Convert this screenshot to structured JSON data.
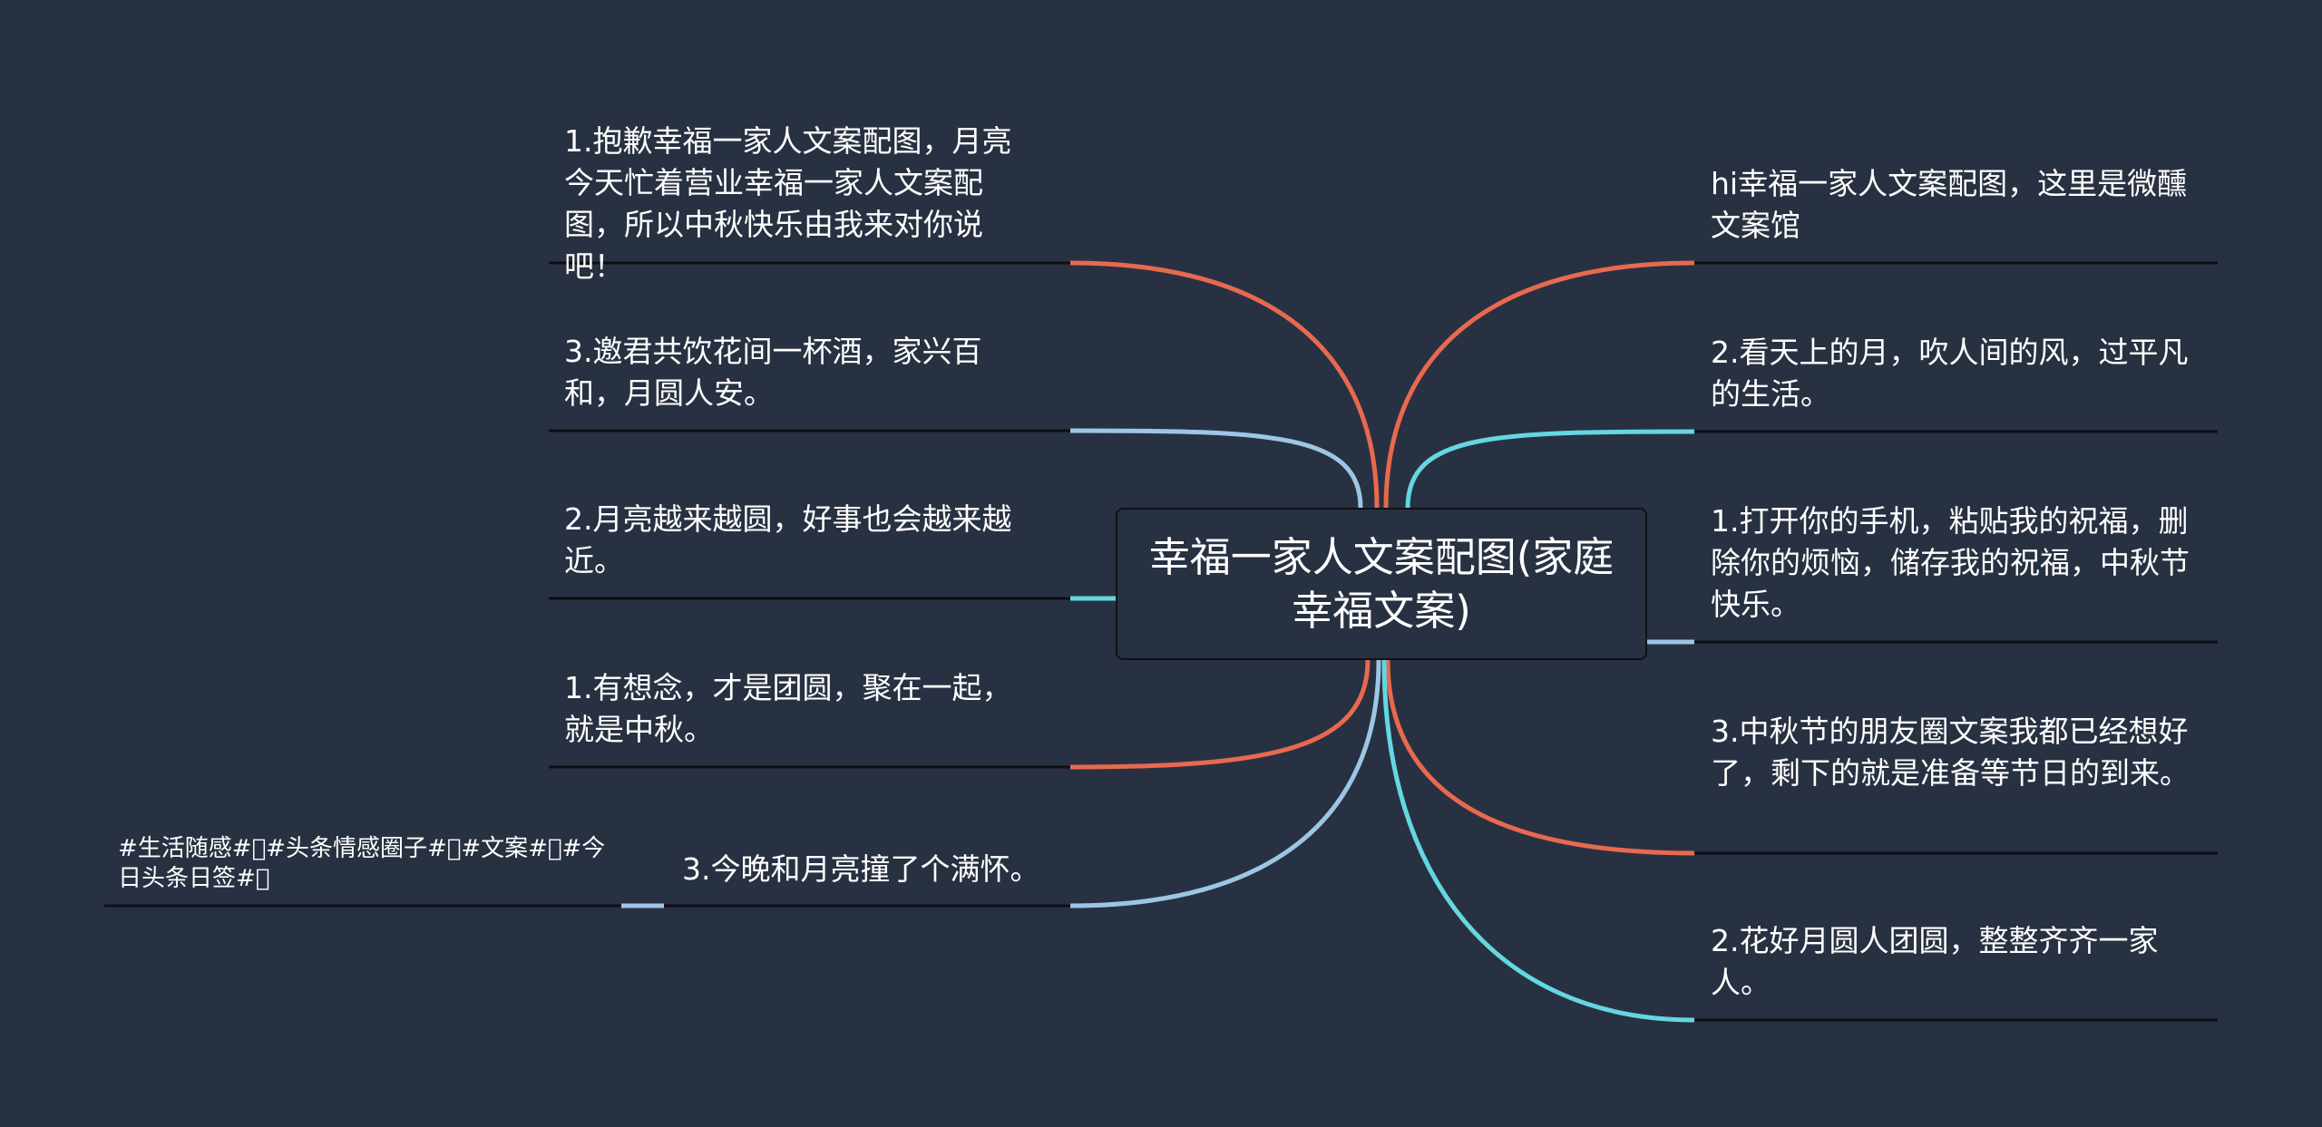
{
  "central_topic": {
    "text": "幸福一家人文案配图(家庭幸福文案)"
  },
  "left_branches": [
    {
      "text": "1.抱歉幸福一家人文案配图，月亮今天忙着营业幸福一家人文案配图，所以中秋快乐由我来对你说吧！",
      "color": "#e8694f"
    },
    {
      "text": "3.邀君共饮花间一杯酒，家兴百和，月圆人安。",
      "color": "#9cc6e4"
    },
    {
      "text": "2.月亮越来越圆，好事也会越来越近。",
      "color": "#64d7e1"
    },
    {
      "text": "1.有想念，才是团圆，聚在一起，就是中秋。",
      "color": "#e8694f"
    },
    {
      "text": "3.今晚和月亮撞了个满怀。",
      "color": "#9cc6e4",
      "child": {
        "text": "#生活随感#\u0000#头条情感圈子#\u0000#文案#\u0000#今日头条日签#\u0000",
        "color": "#9cc6e4"
      }
    }
  ],
  "right_branches": [
    {
      "text": "hi幸福一家人文案配图，这里是微醺文案馆",
      "color": "#e8694f"
    },
    {
      "text": "2.看天上的月，吹人间的风，过平凡的生活。",
      "color": "#64d7e1"
    },
    {
      "text": "1.打开你的手机，粘贴我的祝福，删除你的烦恼，储存我的祝福，中秋节快乐。",
      "color": "#9cc6e4"
    },
    {
      "text": "3.中秋节的朋友圈文案我都已经想好了，剩下的就是准备等节日的到来。",
      "color": "#e8694f"
    },
    {
      "text": "2.花好月圆人团圆，整整齐齐一家人。",
      "color": "#64d7e1"
    }
  ]
}
